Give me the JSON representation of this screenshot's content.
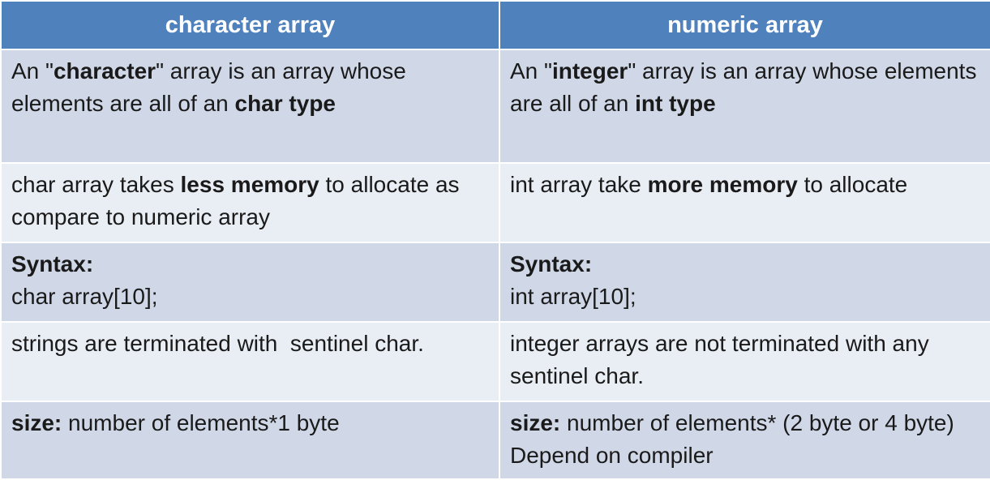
{
  "headers": {
    "col1": "character array",
    "col2": "numeric array"
  },
  "rows": [
    {
      "left": {
        "p1": "An \"",
        "b1": "character",
        "p2": "\" array is an array whose elements are all of an ",
        "b2": "char type"
      },
      "right": {
        "p1": "An \"",
        "b1": "integer",
        "p2": "\" array is an array whose elements are all of an ",
        "b2": "int type"
      }
    },
    {
      "left": {
        "p1": "char array takes ",
        "b1": "less memory",
        "p2": " to allocate as compare to numeric array"
      },
      "right": {
        "p1": "int array take ",
        "b1": "more memory",
        "p2": " to allocate"
      }
    },
    {
      "left": {
        "b1": "Syntax:",
        "p1": "char array[10];"
      },
      "right": {
        "b1": "Syntax:",
        "p1": "int array[10];"
      }
    },
    {
      "left": {
        "p1": "strings are terminated with  sentinel char."
      },
      "right": {
        "p1": "integer arrays are not terminated with any sentinel char."
      }
    },
    {
      "left": {
        "b1": "size:",
        "p1": " number of elements*1 byte"
      },
      "right": {
        "b1": "size:",
        "p1": " number of elements* (2 byte or 4 byte) Depend on compiler"
      }
    }
  ],
  "colors": {
    "header_bg": "#4f81bd",
    "row_dark": "#d0d8e8",
    "row_light": "#e9edf4"
  }
}
